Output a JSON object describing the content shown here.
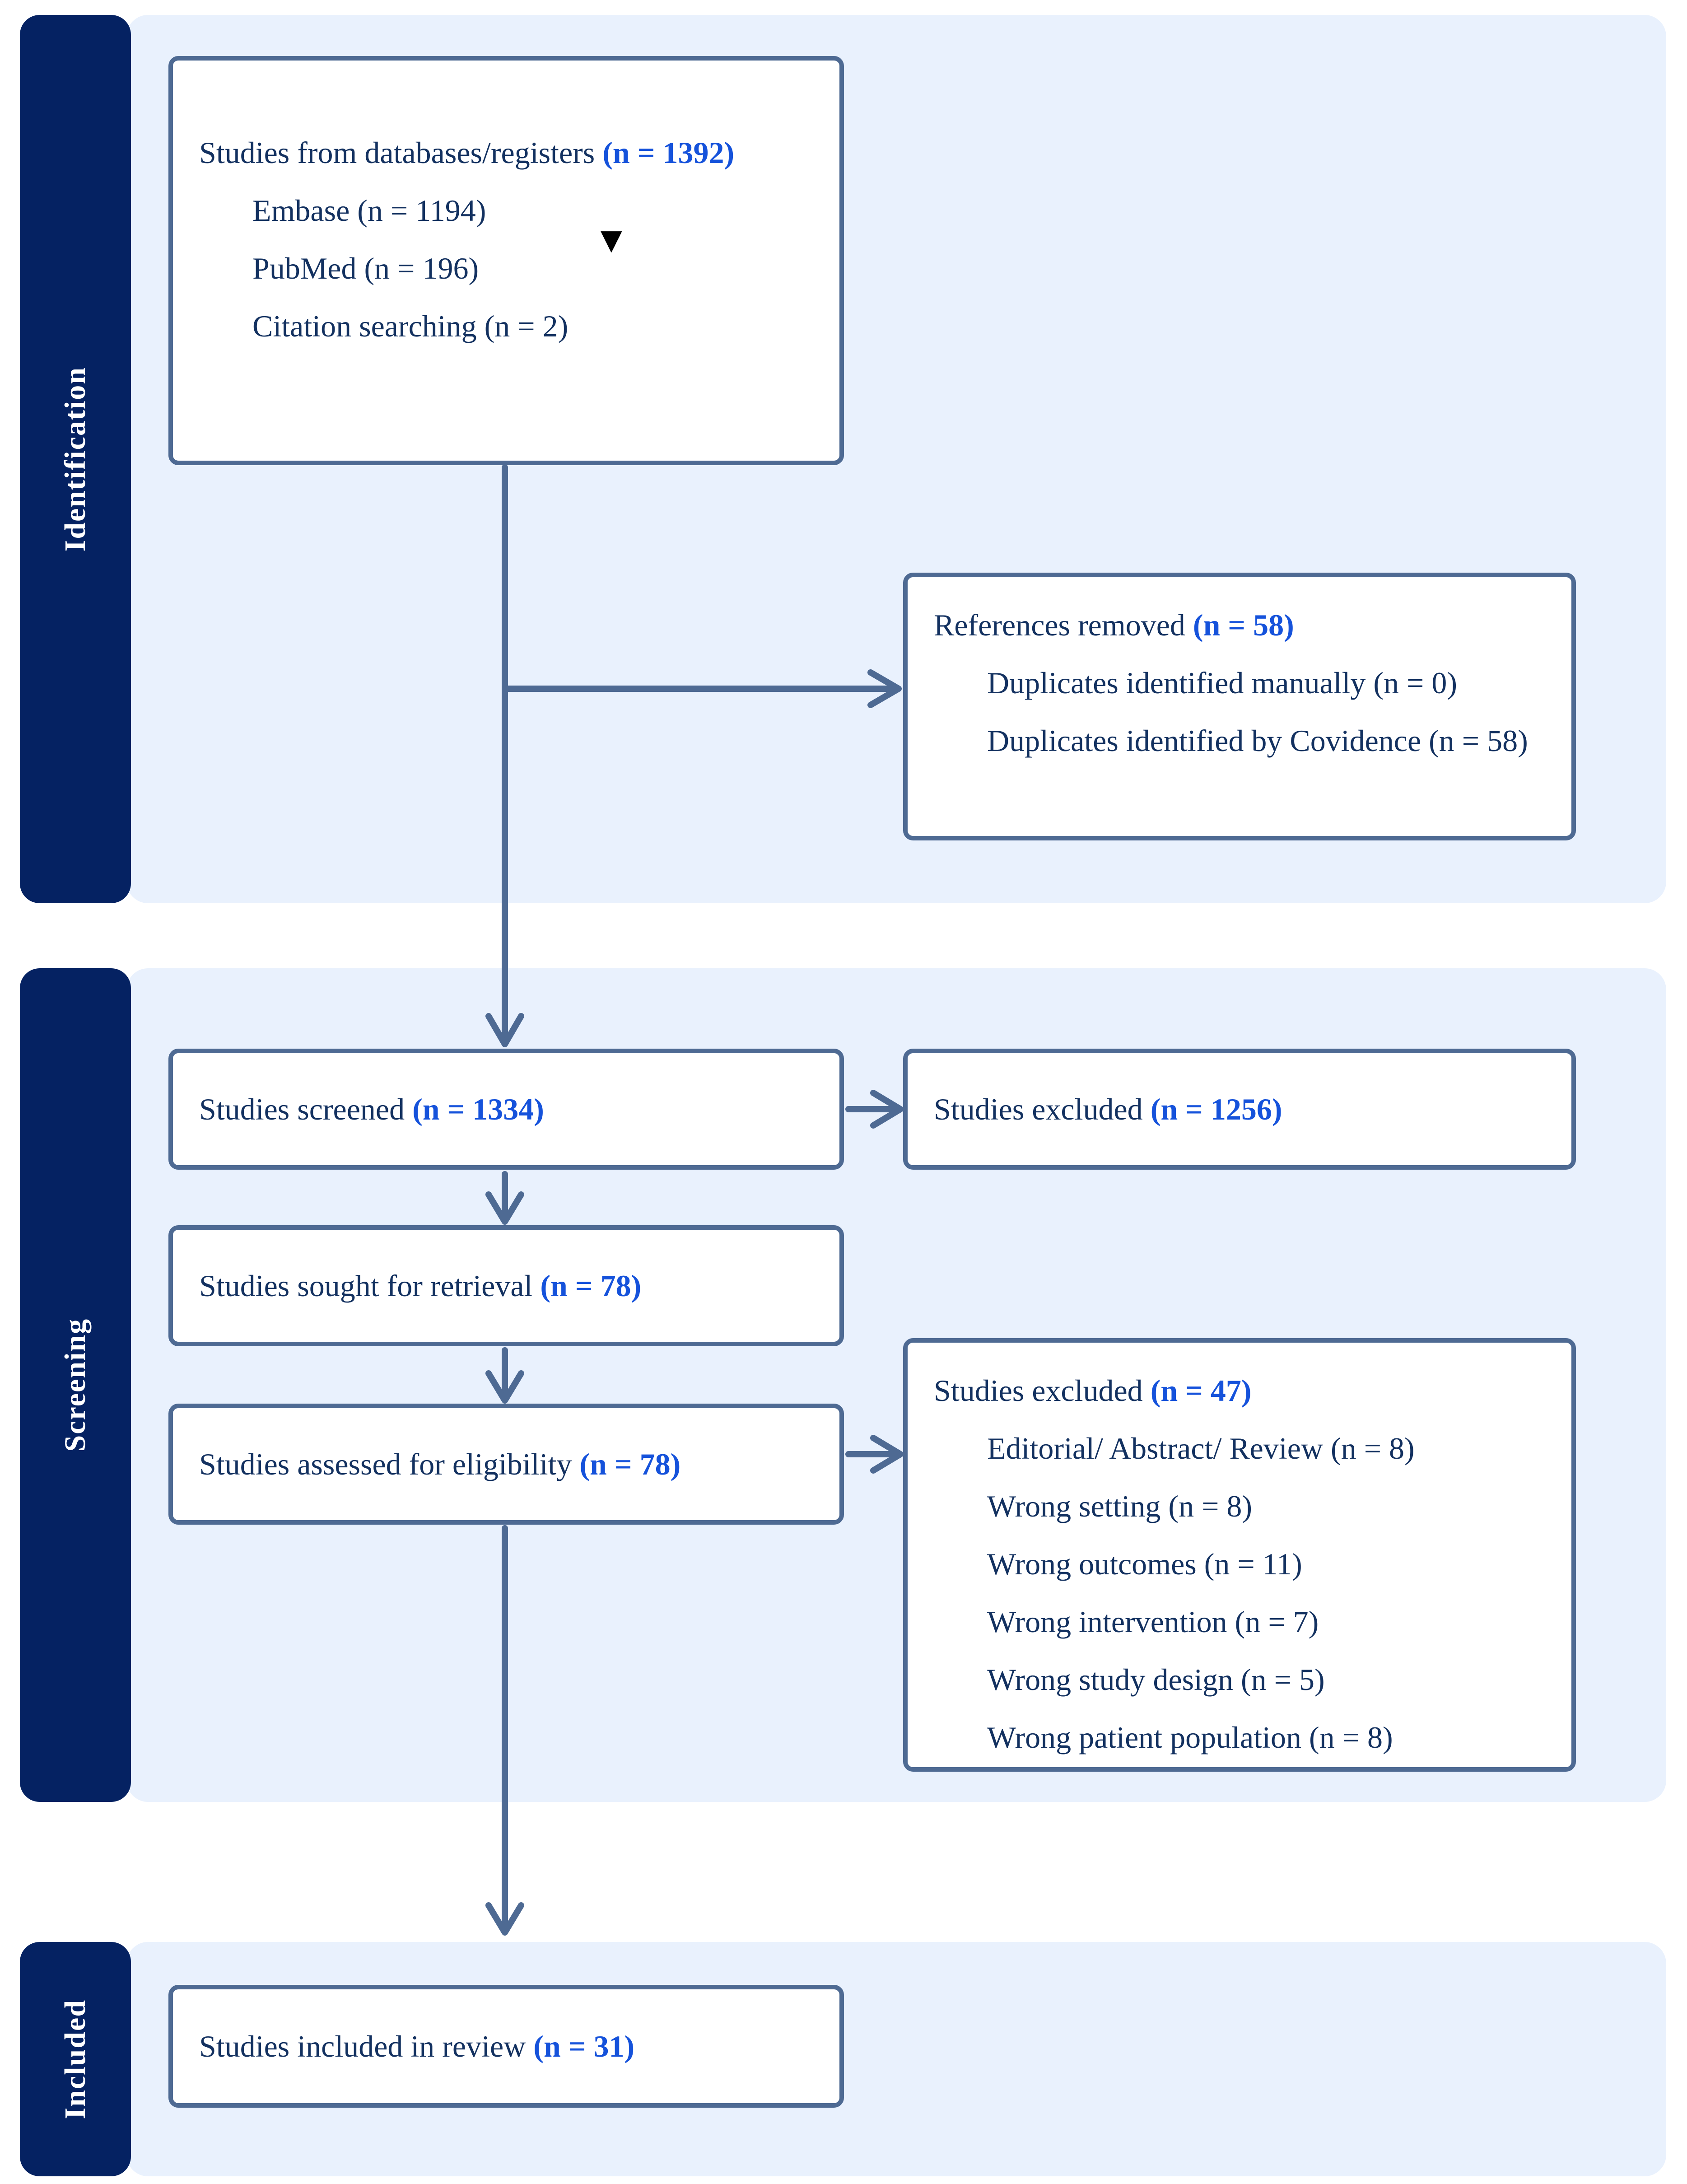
{
  "figure": {
    "kind": "PRISMA flow diagram"
  },
  "colors": {
    "panel": "#e9f1fd",
    "tab": "#052262",
    "border": "#4e6a93",
    "text": "#133160",
    "accent": "#1552db",
    "triangle": "#000000"
  },
  "sections": [
    {
      "label": "Identification"
    },
    {
      "label": "Screening"
    },
    {
      "label": "Included"
    }
  ],
  "boxes": {
    "sources": {
      "title": "Studies from databases/registers ",
      "count": "(n = 1392)",
      "items": [
        "Embase (n = 1194)",
        "PubMed (n = 196)",
        "Citation searching (n = 2)"
      ]
    },
    "removed": {
      "title": "References removed ",
      "count": "(n = 58)",
      "items": [
        "Duplicates identified manually (n = 0)",
        "Duplicates identified by Covidence (n = 58)"
      ]
    },
    "screened": {
      "title": "Studies screened ",
      "count": "(n = 1334)"
    },
    "excluded_screening": {
      "title": "Studies excluded ",
      "count": "(n = 1256)"
    },
    "retrieval": {
      "title": "Studies sought for retrieval ",
      "count": "(n = 78)"
    },
    "assessed": {
      "title": "Studies assessed for eligibility ",
      "count": "(n = 78)"
    },
    "excluded_eligibility": {
      "title": "Studies excluded ",
      "count": "(n = 47)",
      "items": [
        "Editorial/ Abstract/ Review (n = 8)",
        "Wrong setting (n = 8)",
        "Wrong outcomes (n = 11)",
        "Wrong intervention (n = 7)",
        "Wrong study design (n = 5)",
        "Wrong patient population (n = 8)"
      ]
    },
    "included": {
      "title": "Studies included in review ",
      "count": "(n = 31)"
    }
  },
  "icons": {
    "cursor_triangle": "▼"
  }
}
